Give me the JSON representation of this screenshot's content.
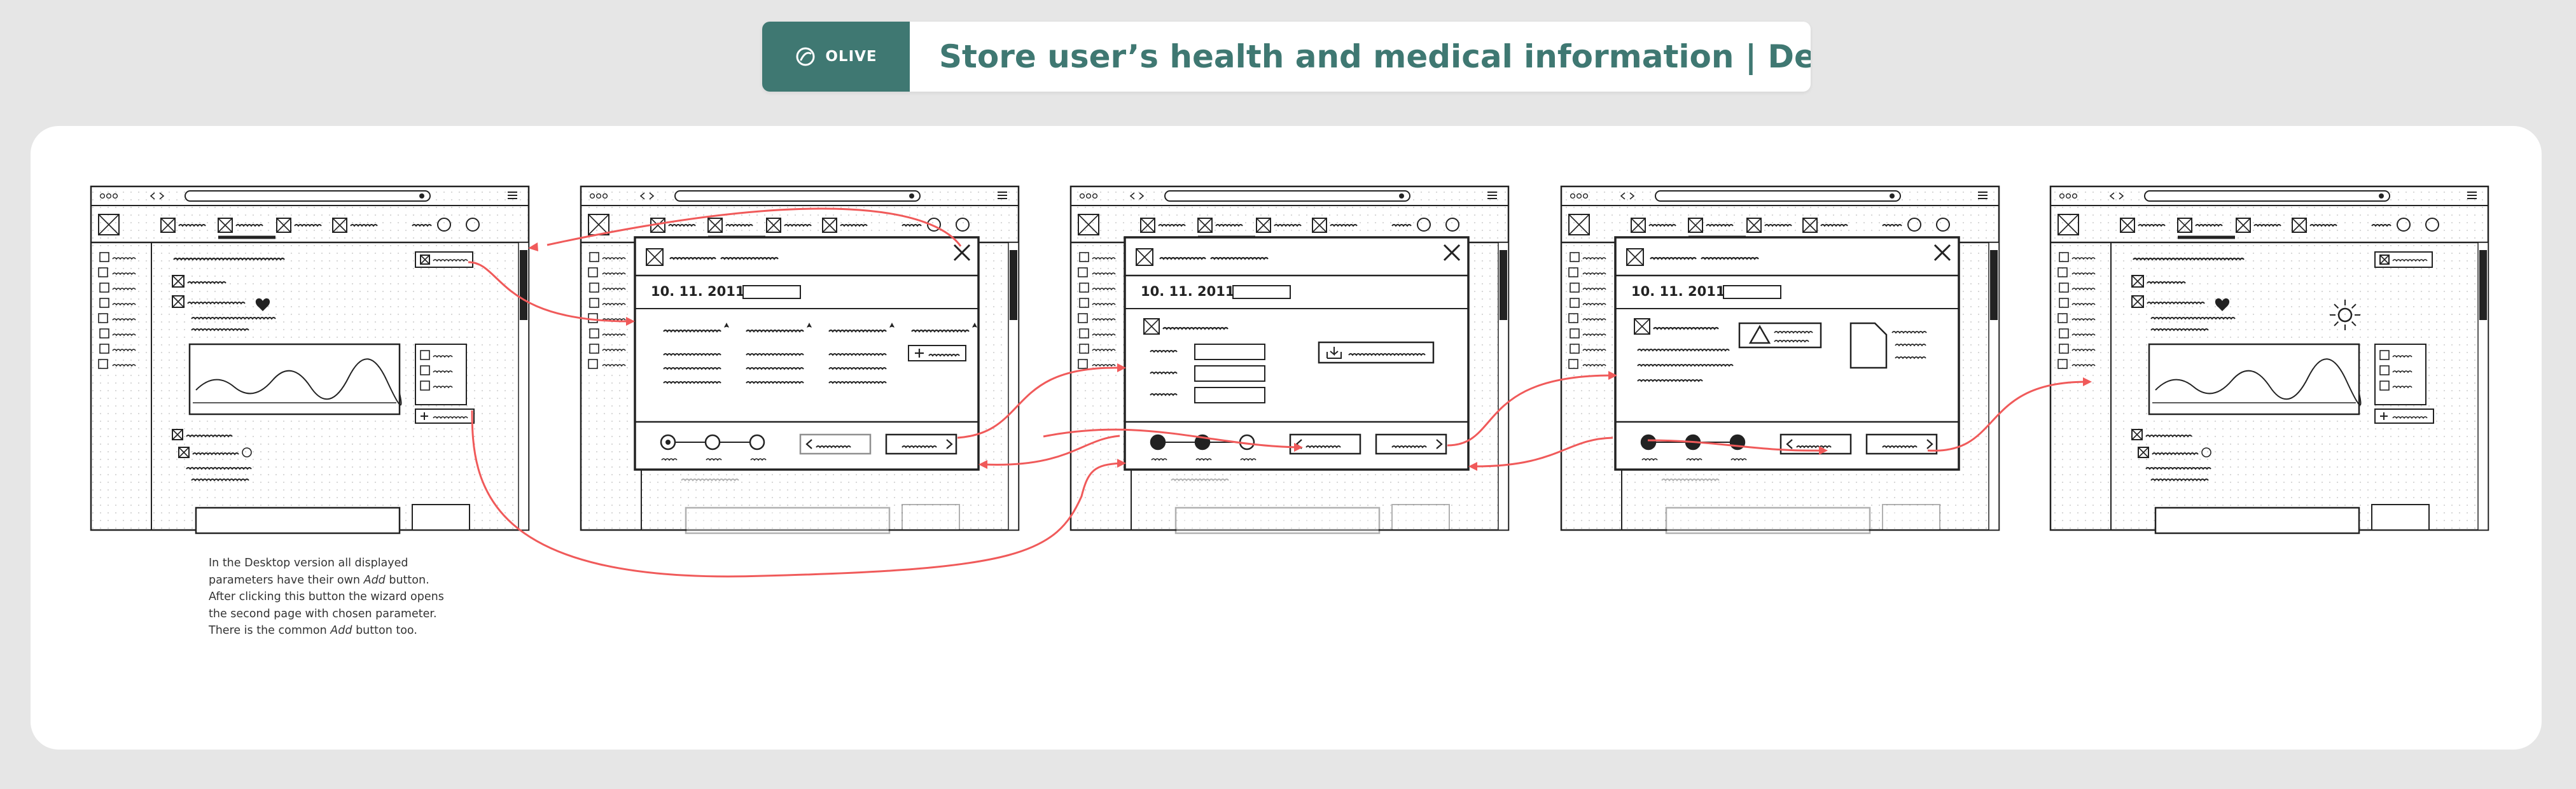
{
  "header": {
    "brand": "OLIVE",
    "title": "Store user’s health and medical information | Desktop"
  },
  "note": {
    "line1_before": "In the Desktop version all displayed parameters have their own ",
    "line1_em": "Add",
    "line1_after": " button. After clicking this button the wizard opens the second page with chosen parameter.",
    "line2_before": "There is the common ",
    "line2_em": "Add",
    "line2_after": " button too."
  },
  "screens": [
    {
      "date": ""
    },
    {
      "date": "10. 11. 2011"
    },
    {
      "date": "10. 11. 2011"
    },
    {
      "date": "10. 11. 2011"
    },
    {
      "date": ""
    }
  ],
  "colors": {
    "brand": "#3f7872",
    "arrow": "#f05a5a",
    "sketch": "#222222"
  },
  "icons": [
    "olive-logo-icon",
    "menu-icon",
    "close-icon",
    "add-icon",
    "upload-icon",
    "warning-icon",
    "document-icon",
    "heart-icon",
    "sun-icon"
  ]
}
